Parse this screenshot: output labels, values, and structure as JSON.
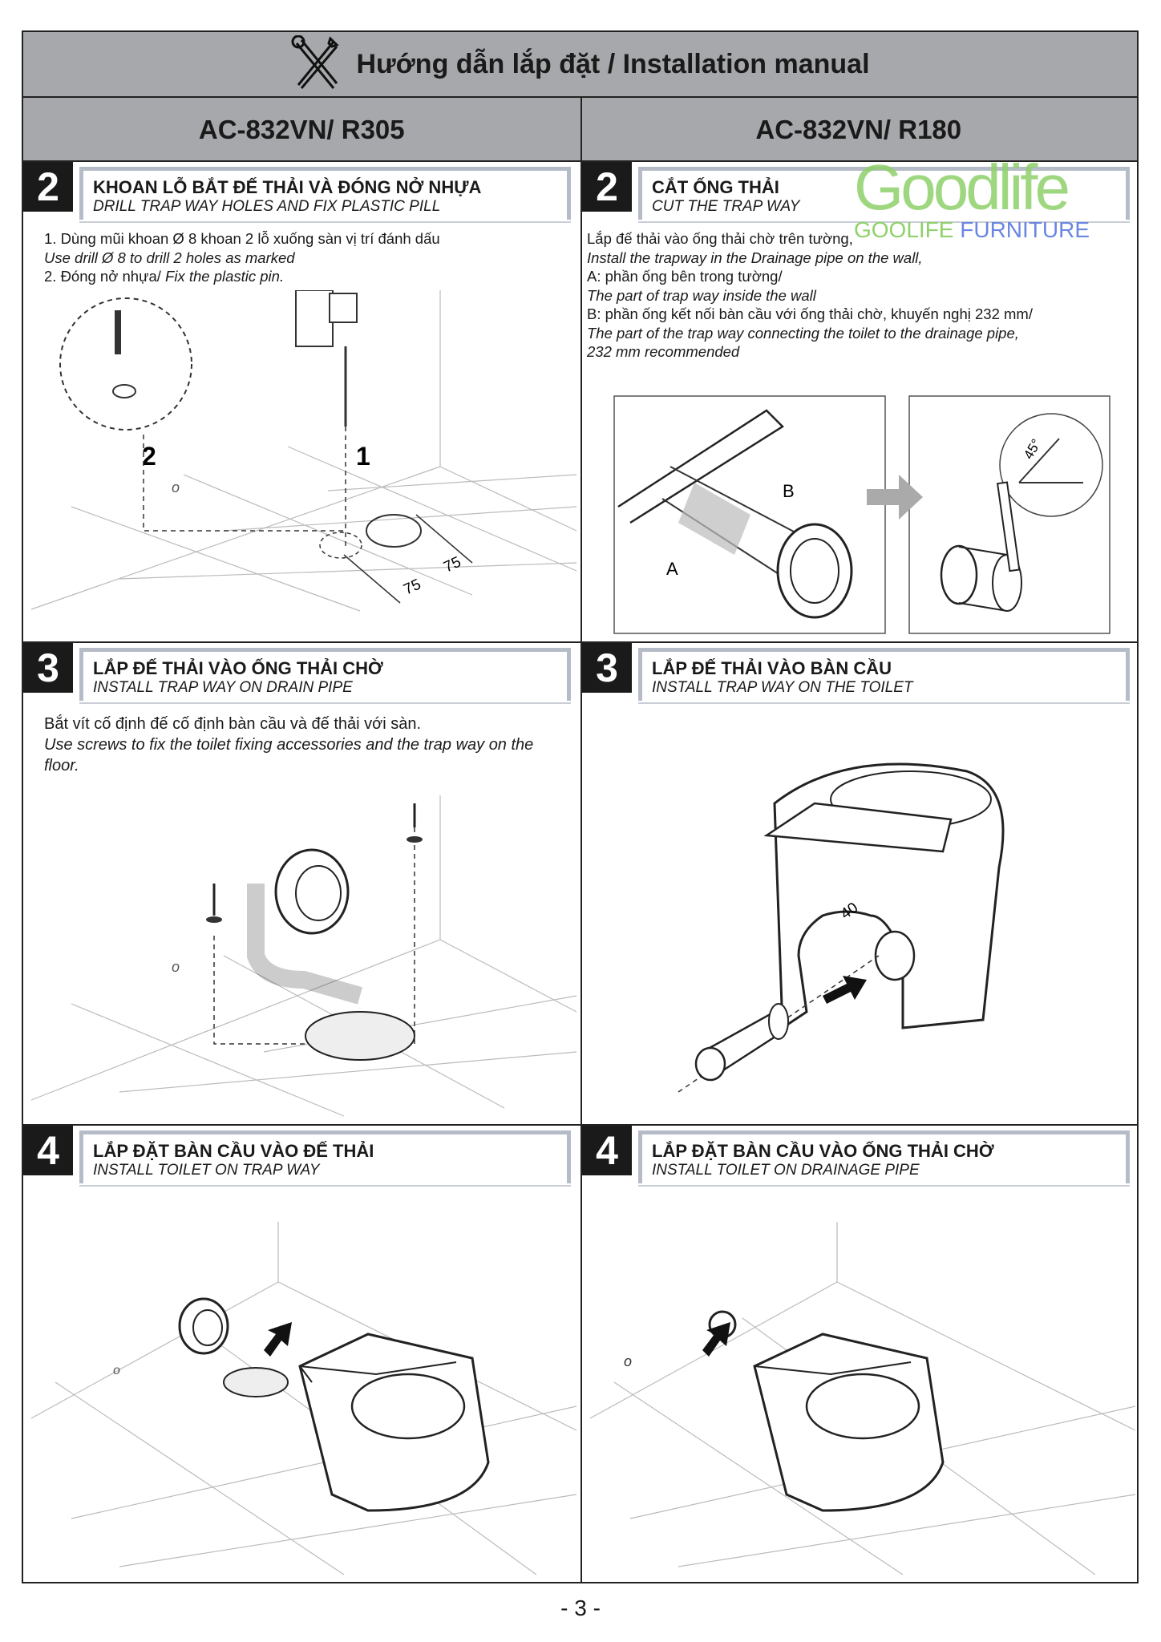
{
  "title": "Hướng dẫn lắp đặt / Installation manual",
  "models": {
    "left": "AC-832VN/ R305",
    "right": "AC-832VN/ R180"
  },
  "watermark": {
    "logo_main": "Goodlife",
    "logo_sub_1": "GOOLIFE",
    "logo_sub_2": "FURNITURE"
  },
  "left": {
    "step2": {
      "number": "2",
      "title_vi": "KHOAN LỖ BẮT ĐẾ THẢI VÀ ĐÓNG NỞ NHỰA",
      "title_en": "DRILL TRAP WAY HOLES AND FIX PLASTIC PILL",
      "line1": "1. Dùng mũi khoan Ø  8 khoan 2 lỗ xuống sàn vị trí đánh dấu",
      "line2": "Use drill Ø  8 to drill 2 holes as marked",
      "line3_vi": "2. Đóng nở nhựa/ ",
      "line3_en": "Fix the plastic pin.",
      "labels": {
        "pin": "2",
        "drill": "1",
        "dim1": "75",
        "dim2": "75",
        "o": "o"
      }
    },
    "step3": {
      "number": "3",
      "title_vi": "LẮP ĐẾ THẢI VÀO ỐNG THẢI CHỜ",
      "title_en": "INSTALL TRAP WAY ON DRAIN PIPE",
      "line1": "Bắt vít cố định đế cố định bàn cầu và đế thải với sàn.",
      "line2": "Use screws to fix the toilet fixing accessories and the trap way on the floor.",
      "labels": {
        "o": "o"
      }
    },
    "step4": {
      "number": "4",
      "title_vi": "LẮP ĐẶT BÀN CẦU VÀO ĐẾ THẢI",
      "title_en": "INSTALL TOILET ON TRAP WAY",
      "labels": {
        "o": "o"
      }
    }
  },
  "right": {
    "step2": {
      "number": "2",
      "title_vi": "CẮT ỐNG THẢI",
      "title_en": "CUT THE TRAP WAY",
      "lines": [
        "Lắp đế thải vào ống thải chờ trên tường,",
        "Install the trapway in the Drainage pipe on the wall,",
        "A: phần ống bên trong tường/",
        "The part of trap way inside the wall",
        "B: phần ống kết nối bàn cầu với ống thải chờ, khuyến nghị 232 mm/",
        "The part of the trap way connecting the toilet to the drainage pipe,",
        "232 mm recommended"
      ],
      "labels": {
        "a": "A",
        "b": "B",
        "angle": "45°"
      }
    },
    "step3": {
      "number": "3",
      "title_vi": "LẮP ĐẾ THẢI VÀO BÀN CẦU",
      "title_en": "INSTALL TRAP WAY ON THE TOILET",
      "labels": {
        "dim": "40"
      }
    },
    "step4": {
      "number": "4",
      "title_vi": "LẮP ĐẶT BÀN CẦU VÀO ỐNG THẢI CHỜ",
      "title_en": "INSTALL TOILET ON DRAINAGE PIPE",
      "labels": {
        "o": "o"
      }
    }
  },
  "page_number": "- 3 -"
}
